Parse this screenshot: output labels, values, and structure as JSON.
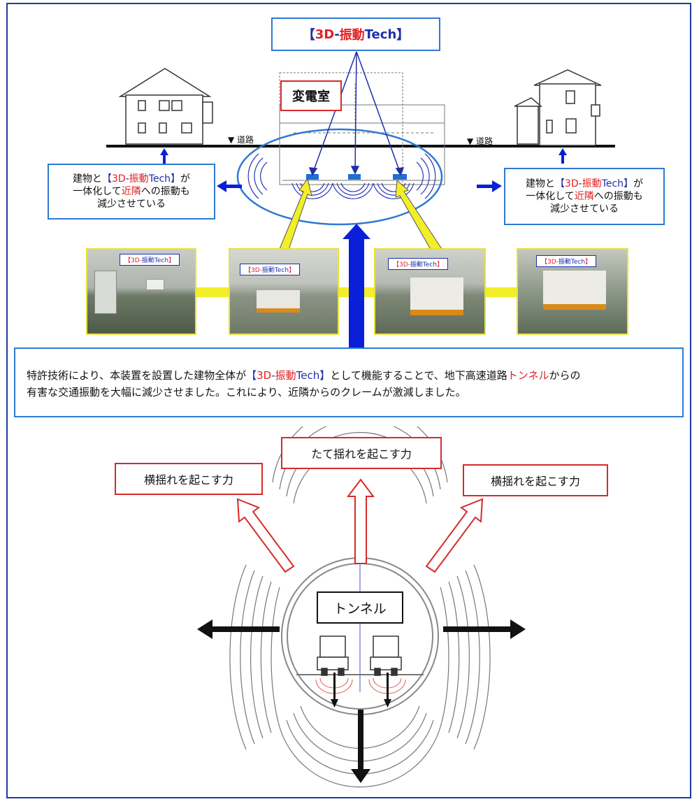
{
  "tech_bracket_open": "【",
  "tech_3d": "3D",
  "tech_dash": "-",
  "tech_shindo": "振動",
  "tech_en": "Tech",
  "tech_bracket_close": "】",
  "substation_label": "変電室",
  "road_label": "▼ 道路",
  "side_note": {
    "pre": "建物と",
    "line1_tail": "が",
    "line2_pre": "一体化して",
    "kinrin": "近隣",
    "line2_post": "への振動も",
    "line3": "減少させている"
  },
  "description": {
    "part1": "特許技術により、本装置を設置した建物全体が",
    "part2": "として機能することで、地下高速道路",
    "tunnel": "トンネル",
    "part3": "からの",
    "line2": "有害な交通振動を大幅に減少させました。これにより、近隣からのクレームが激減しました。"
  },
  "force_vertical": "たて揺れを起こす力",
  "force_horizontal": "横揺れを起こす力",
  "tunnel_label": "トンネル",
  "colors": {
    "frame": "#1f3d9b",
    "box_border": "#2f7ad1",
    "red": "#e02020",
    "navy": "#1e2fa8",
    "yellow": "#f2ee2a",
    "arrow_blue": "#0a1fd8"
  }
}
